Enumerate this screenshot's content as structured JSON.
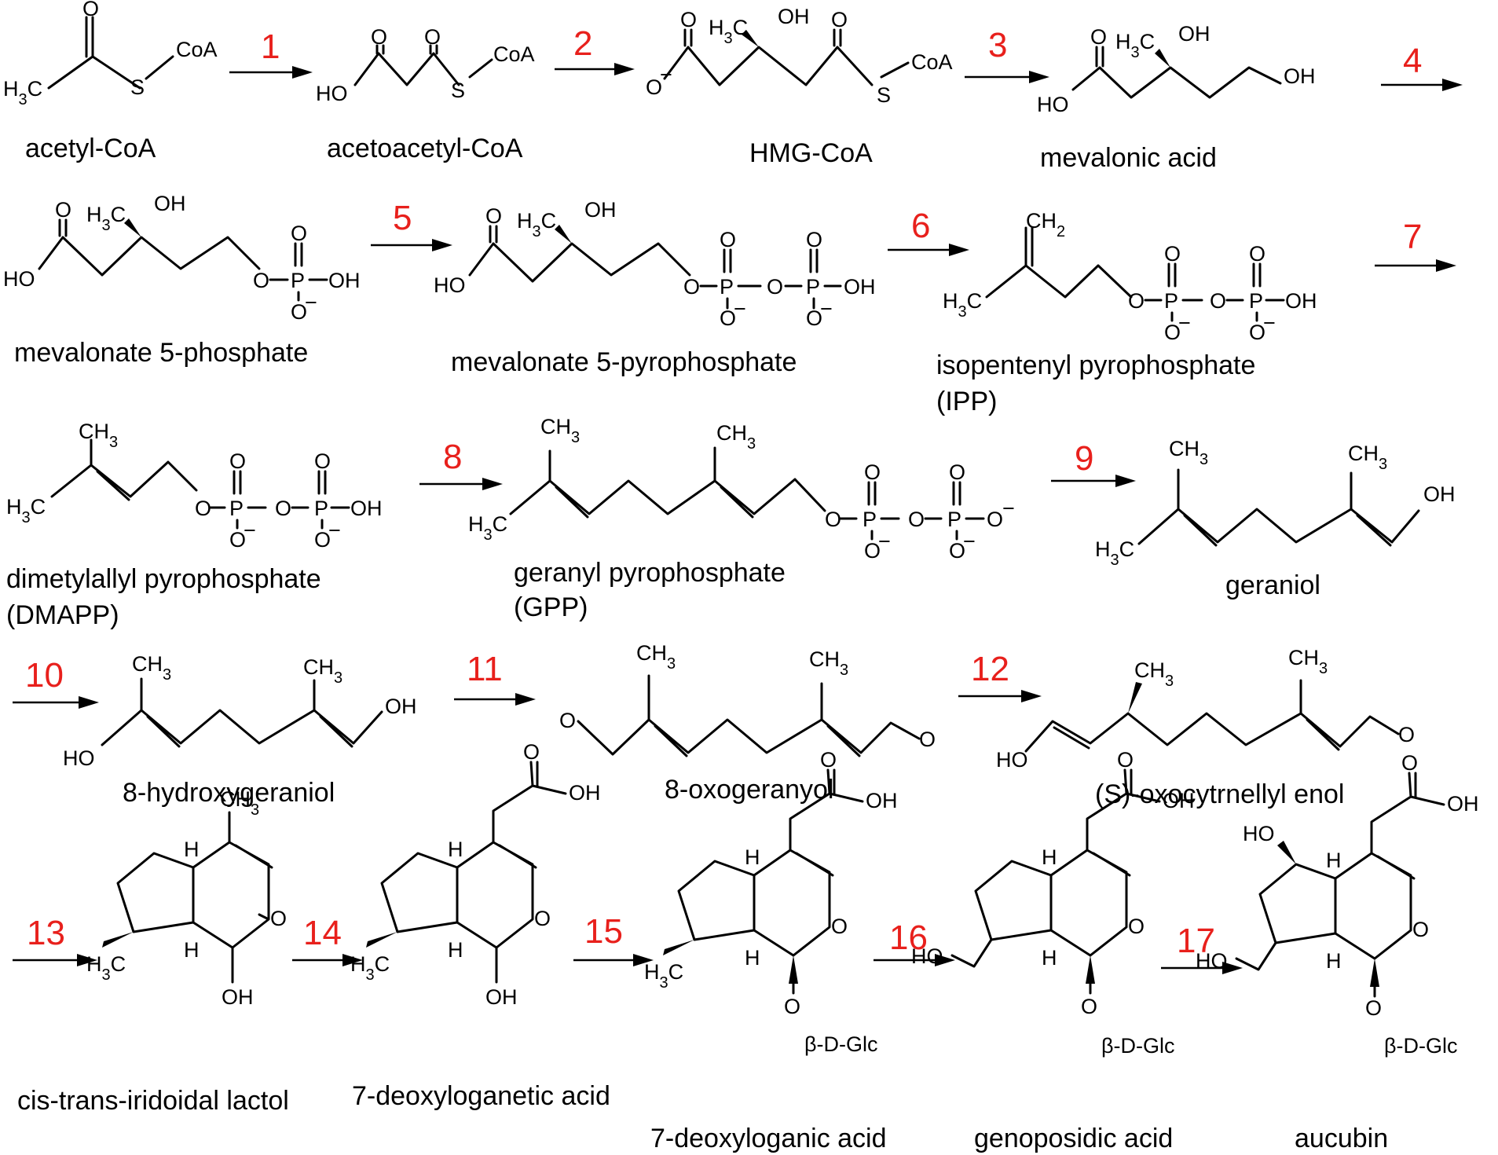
{
  "colors": {
    "step_number": "#e8201c",
    "ink": "#000000",
    "background": "#ffffff"
  },
  "compounds": [
    {
      "name": "acetyl-CoA"
    },
    {
      "name": "acetoacetyl-CoA"
    },
    {
      "name": "HMG-CoA"
    },
    {
      "name": "mevalonic acid"
    },
    {
      "name": "mevalonate 5-phosphate"
    },
    {
      "name": "mevalonate 5-pyrophosphate"
    },
    {
      "name": "isopentenyl pyrophosphate",
      "abbr": "(IPP)"
    },
    {
      "name": "dimetylallyl pyrophosphate",
      "abbr": "(DMAPP)"
    },
    {
      "name": "geranyl pyrophosphate",
      "abbr": "(GPP)"
    },
    {
      "name": "geraniol"
    },
    {
      "name": "8-hydroxygeraniol"
    },
    {
      "name": "8-oxogeranyol"
    },
    {
      "name": "(S)-oxocytrnellyl enol"
    },
    {
      "name": "cis-trans-iridoidal lactol"
    },
    {
      "name": "7-deoxyloganetic acid"
    },
    {
      "name": "7-deoxyloganic acid"
    },
    {
      "name": "genoposidic acid"
    },
    {
      "name": "aucubin"
    }
  ],
  "steps": [
    "1",
    "2",
    "3",
    "4",
    "5",
    "6",
    "7",
    "8",
    "9",
    "10",
    "11",
    "12",
    "13",
    "14",
    "15",
    "16",
    "17"
  ],
  "atoms": {
    "O": "O",
    "S": "S",
    "P": "P",
    "H": "H",
    "CoA": "CoA",
    "HO": "HO",
    "OH": "OH",
    "O_minus": "O",
    "minus": "−",
    "H3C": "H3C",
    "CH3": "CH3",
    "CH2": "CH2",
    "glc": "β-D-Glc"
  }
}
